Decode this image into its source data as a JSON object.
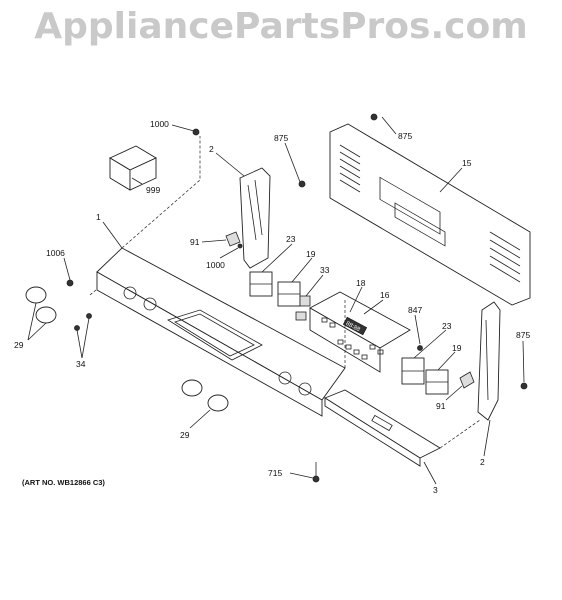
{
  "watermark": "AppliancePartsPros.com",
  "art_number": "(ART NO. WB12866 C3)",
  "callouts": [
    {
      "id": "c1000a",
      "label": "1000"
    },
    {
      "id": "c875a",
      "label": "875"
    },
    {
      "id": "c875b",
      "label": "875"
    },
    {
      "id": "c2a",
      "label": "2"
    },
    {
      "id": "c15",
      "label": "15"
    },
    {
      "id": "c999",
      "label": "999"
    },
    {
      "id": "c1",
      "label": "1"
    },
    {
      "id": "c91a",
      "label": "91"
    },
    {
      "id": "c1006",
      "label": "1006"
    },
    {
      "id": "c1000b",
      "label": "1000"
    },
    {
      "id": "c23a",
      "label": "23"
    },
    {
      "id": "c19a",
      "label": "19"
    },
    {
      "id": "c33",
      "label": "33"
    },
    {
      "id": "c18",
      "label": "18"
    },
    {
      "id": "c16",
      "label": "16"
    },
    {
      "id": "c847",
      "label": "847"
    },
    {
      "id": "c23b",
      "label": "23"
    },
    {
      "id": "c875c",
      "label": "875"
    },
    {
      "id": "c29a",
      "label": "29"
    },
    {
      "id": "c34",
      "label": "34"
    },
    {
      "id": "c19b",
      "label": "19"
    },
    {
      "id": "c91b",
      "label": "91"
    },
    {
      "id": "c29b",
      "label": "29"
    },
    {
      "id": "c2b",
      "label": "2"
    },
    {
      "id": "c715",
      "label": "715"
    },
    {
      "id": "c3",
      "label": "3"
    }
  ],
  "display_text": "88:88"
}
